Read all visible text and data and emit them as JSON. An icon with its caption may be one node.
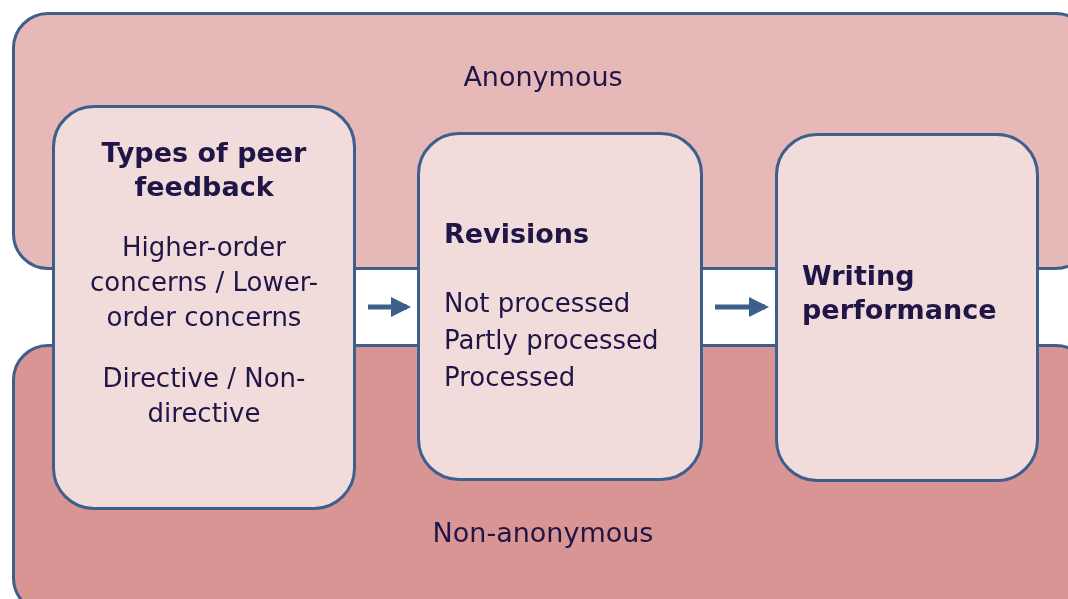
{
  "diagram": {
    "nodes": [
      {
        "text": [
          "Anonymous"
        ]
      },
      {
        "text": [
          "Non-anonymous"
        ]
      },
      {
        "text": [
          "Types of peer feedback",
          "Higher-order concerns / Lower-order concerns",
          "Directive / Non-directive"
        ]
      },
      {
        "text": [
          "Revisions",
          "Not processed",
          "Partly processed",
          "Processed"
        ]
      },
      {
        "text": [
          "Writing performance"
        ]
      }
    ],
    "edges": [
      {
        "from": 2,
        "to": 3,
        "arrow": "to"
      },
      {
        "from": 3,
        "to": 4,
        "arrow": "to"
      }
    ]
  }
}
